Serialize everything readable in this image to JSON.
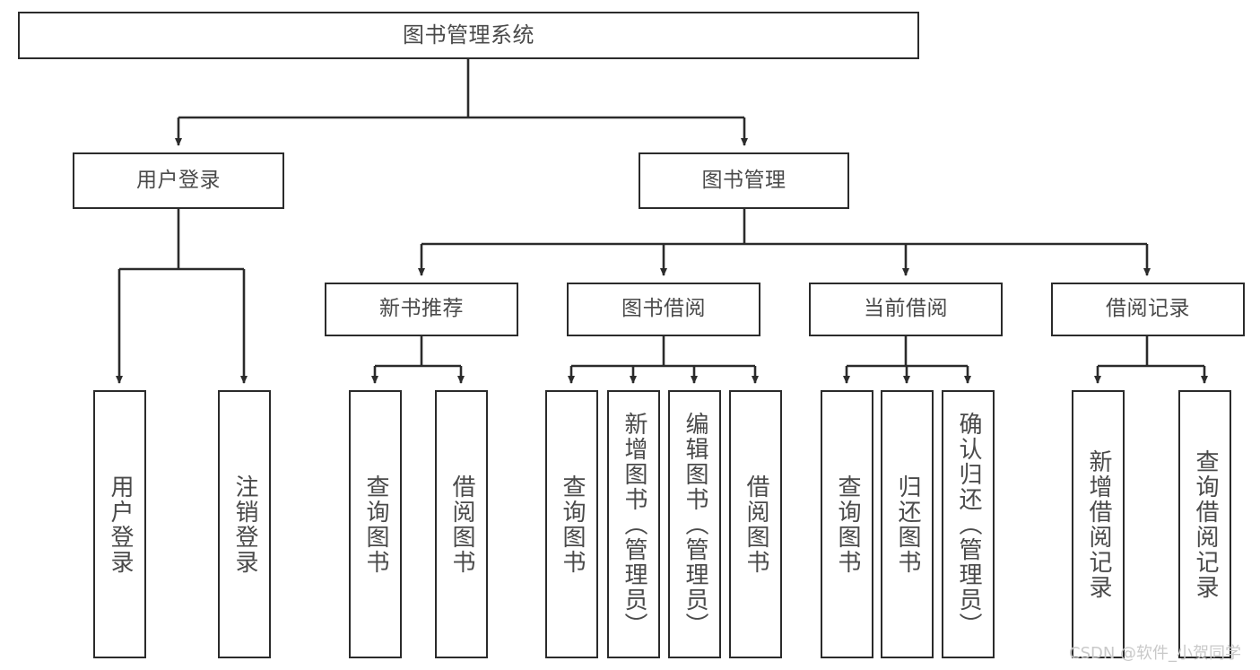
{
  "diagram": {
    "title": "图书管理系统",
    "type": "tree",
    "orientation": "top-down",
    "colors": {
      "box_border": "#2b2b2b",
      "box_fill": "#ffffff",
      "text": "#4a4a4a",
      "edge": "#2b2b2b",
      "watermark": "#c9c9c9",
      "background": "#ffffff"
    },
    "root": {
      "label": "图书管理系统"
    },
    "level2": [
      {
        "label": "用户登录"
      },
      {
        "label": "图书管理"
      }
    ],
    "level3": [
      {
        "label": "新书推荐"
      },
      {
        "label": "图书借阅"
      },
      {
        "label": "当前借阅"
      },
      {
        "label": "借阅记录"
      }
    ],
    "leaves": {
      "user_login": [
        {
          "label": "用户登录"
        },
        {
          "label": "注销登录"
        }
      ],
      "new_book": [
        {
          "label": "查询图书"
        },
        {
          "label": "借阅图书"
        }
      ],
      "book_borrow": [
        {
          "label": "查询图书"
        },
        {
          "label": "新增图书（管理员）"
        },
        {
          "label": "编辑图书（管理员）"
        },
        {
          "label": "借阅图书"
        }
      ],
      "current_borrow": [
        {
          "label": "查询图书"
        },
        {
          "label": "归还图书"
        },
        {
          "label": "确认归还（管理员）"
        }
      ],
      "borrow_record": [
        {
          "label": "新增借阅记录"
        },
        {
          "label": "查询借阅记录"
        }
      ]
    },
    "watermark": "CSDN @软件_小贺同学"
  }
}
